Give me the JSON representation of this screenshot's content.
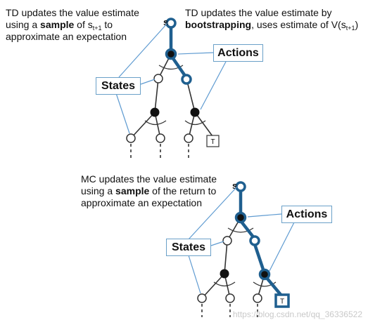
{
  "td": {
    "caption_left": {
      "line1": "TD updates the value estimate",
      "line2_pre": "using a ",
      "line2_bold": "sample",
      "line2_mid": " of s",
      "line2_sub": "t+1",
      "line2_post": " to",
      "line3": "approximate an expectation"
    },
    "caption_right": {
      "line1": "TD updates the value estimate by",
      "line2_bold": "bootstrapping",
      "line2_mid": ", uses estimate of V(s",
      "line2_sub": "t+1",
      "line2_post": ")"
    },
    "root_label": "s",
    "actions_label": "Actions",
    "states_label": "States",
    "terminal_label": "T"
  },
  "mc": {
    "caption": {
      "line1": "MC updates the value estimate",
      "line2_pre": "using a ",
      "line2_bold": "sample",
      "line2_post": " of the return to",
      "line3": "approximate an expectation"
    },
    "root_label": "s",
    "actions_label": "Actions",
    "states_label": "States",
    "terminal_label": "T"
  },
  "watermark": "https://blog.csdn.net/qq_36336522",
  "colors": {
    "highlight": "#1f5f8f",
    "callout_line": "#5f9bd1",
    "tree_line": "#333333"
  }
}
